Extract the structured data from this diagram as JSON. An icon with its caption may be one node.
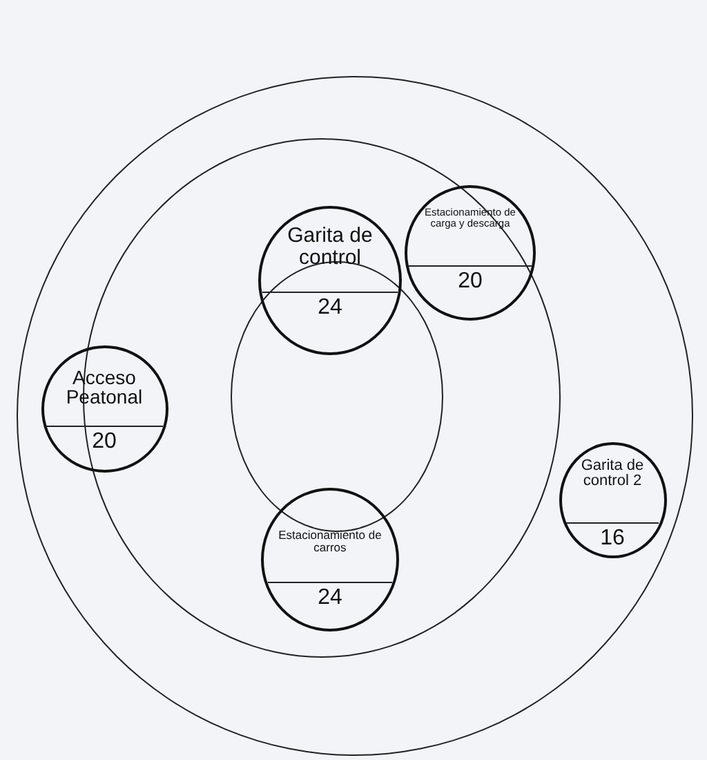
{
  "diagram": {
    "nodes": [
      {
        "text": [],
        "shape": "circle"
      },
      {
        "text": [],
        "shape": "circle",
        "in": 0
      },
      {
        "text": [],
        "shape": "circle",
        "in": 1
      },
      {
        "text": [
          "Garita de control",
          "24"
        ],
        "in": 1
      },
      {
        "text": [
          "Estacionamiento de carga y descarga",
          "20"
        ],
        "in": 1
      },
      {
        "text": [
          "Acceso Peatonal",
          "20"
        ],
        "in": 0
      },
      {
        "text": [
          "Estacionamiento de carros",
          "24"
        ],
        "in": 1
      },
      {
        "text": [
          "Garita de control 2",
          "16"
        ],
        "in": 0
      }
    ]
  }
}
